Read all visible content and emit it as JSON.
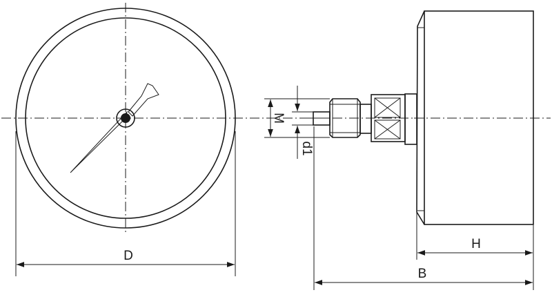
{
  "dimensions": {
    "diameter_label": "D",
    "thread_label": "M",
    "bore_label": "d1",
    "housing_depth_label": "H",
    "overall_depth_label": "B"
  },
  "colors": {
    "ink": "#1a1a1a",
    "background": "#ffffff"
  }
}
